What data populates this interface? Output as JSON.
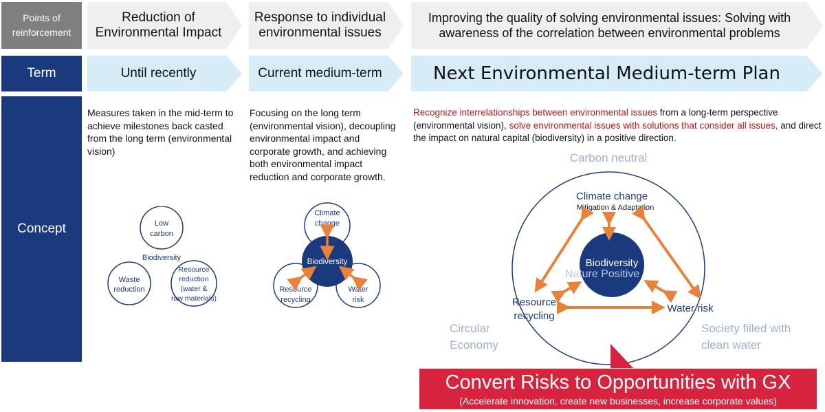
{
  "rows": {
    "points_label": "Points of\nreinforcement",
    "term_label": "Term",
    "concept_label": "Concept"
  },
  "columns": [
    {
      "point": "Reduction of\nEnvironmental Impact",
      "term": "Until recently",
      "concept": "Measures taken in the mid-term to achieve milestones back casted from the long term (environmental vision)"
    },
    {
      "point": "Response to individual\nenvironmental issues",
      "term": "Current medium-term",
      "concept": "Focusing on the long term (environmental vision), decoupling environmental impact and corporate growth, and achieving both environmental impact reduction and corporate growth."
    },
    {
      "point": "Improving the quality of solving environmental issues: Solving with awareness of the correlation between environmental problems",
      "term": "Next Environmental Medium-term Plan",
      "concept_red1": "Recognize interrelationships between environmental issues",
      "concept_black1": " from a long-term perspective (environmental vision), ",
      "concept_red2": "solve environmental issues with solutions that consider all issues,",
      "concept_black2": " and direct the impact on natural capital (biodiversity) in a positive direction."
    }
  ],
  "diagram1": {
    "low_carbon": "Low\ncarbon",
    "biodiversity": "Biodiversity",
    "waste": "Waste\nreduction",
    "resource": "Resource\nreduction\n(water &\nraw materials)"
  },
  "diagram2": {
    "climate": "Climate\nchange",
    "biodiversity": "Biodiversity",
    "recycling": "Resource\nrecycling",
    "water": "Water\nrisk"
  },
  "diagram3": {
    "carbon_neutral": "Carbon neutral",
    "climate": "Climate change",
    "mitigation": "Mitigation & Adaptation",
    "biodiversity": "Biodiversity",
    "nature_positive": "Nature Positive",
    "recycling": "Resource\nrecycling",
    "water": "Water risk",
    "circular": "Circular\nEconomy",
    "clean_water": "Society filled with\nclean water"
  },
  "cta": {
    "title": "Convert Risks to Opportunities with GX",
    "subtitle": "(Accelerate innovation, create new businesses, increase corporate values)"
  },
  "colors": {
    "navy": "#1b3a7d",
    "gray": "#7f7f7f",
    "light_blue": "#d6ecf6",
    "light_gray": "#efefef",
    "orange": "#e8823a",
    "red": "#d6243e",
    "accent_red_text": "#b51a1a"
  }
}
